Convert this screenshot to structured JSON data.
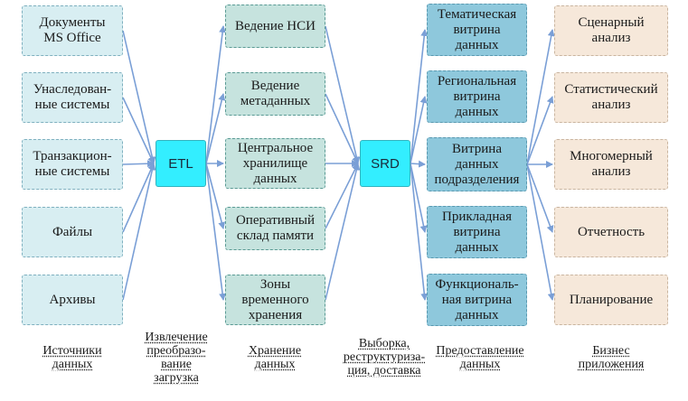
{
  "sources": [
    "Документы\nMS Office",
    "Унаследован-\nные системы",
    "Транзакцион-\nные системы",
    "Файлы",
    "Архивы"
  ],
  "etl": "ETL",
  "storage": [
    "Ведение НСИ",
    "Ведение\nметаданных",
    "Центральное\nхранилище\nданных",
    "Оперативный\nсклад памяти",
    "Зоны\nвременного\nхранения"
  ],
  "srd": "SRD",
  "marts": [
    "Тематическая\nвитрина\nданных",
    "Региональная\nвитрина\nданных",
    "Витрина\nданных\nподразделения",
    "Прикладная\nвитрина\nданных",
    "Функциональ-\nная витрина\nданных"
  ],
  "apps": [
    "Сценарный\nанализ",
    "Статистический\nанализ",
    "Многомерный\nанализ",
    "Отчетность",
    "Планирование"
  ],
  "column_labels": [
    "Источники\nданных",
    "Извлечение\nпреобразо-\nвание\nзагрузка",
    "Хранение\nданных",
    "Выборка,\nреструктуриза-\nция, доставка",
    "Предоставление\nданных",
    "Бизнес\nприложения"
  ],
  "colors": {
    "arrow": "#7a9fd6",
    "hub": "#33eeff",
    "source": "#d8eef2",
    "storage": "#c6e3de",
    "mart": "#8ec8dc",
    "app": "#f6e8da"
  }
}
